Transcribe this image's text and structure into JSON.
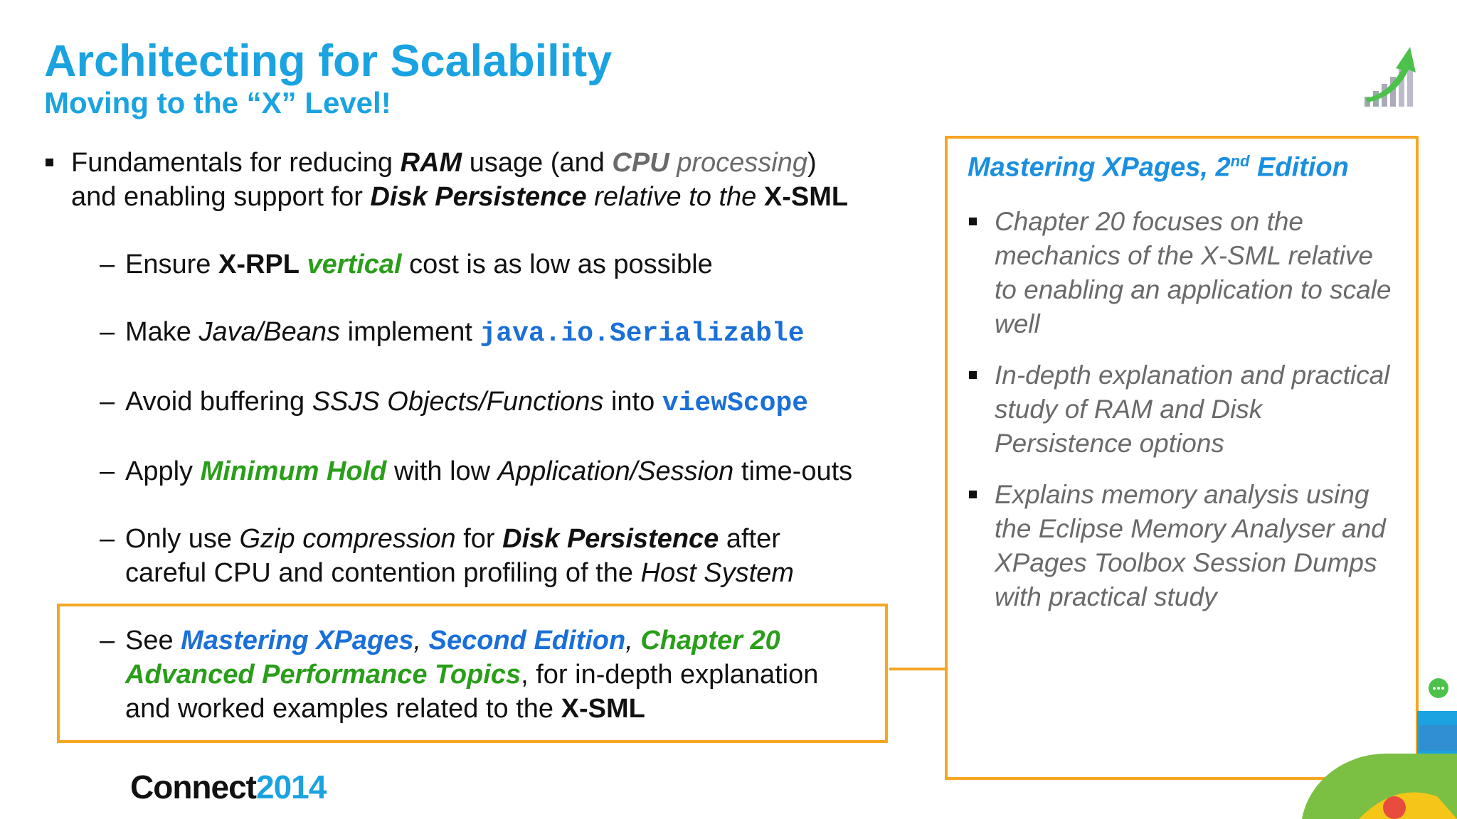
{
  "slide": {
    "title": "Architecting for Scalability",
    "subtitle": "Moving to the “X” Level!"
  },
  "main": {
    "bullet": {
      "t1": "Fundamentals for reducing ",
      "t2": "RAM",
      "t3": " usage (and ",
      "t4": "CPU",
      "t5": " processing",
      "t6": ")",
      "t7": "and enabling support for ",
      "t8": "Disk Persistence",
      "t9": " relative to the ",
      "t10": "X-SML"
    },
    "sub1": {
      "a": "Ensure ",
      "b": "X-RPL",
      "c": " vertical",
      "d": " cost is as low as possible"
    },
    "sub2": {
      "a": "Make ",
      "b": "Java/Beans",
      "c": " implement ",
      "d": "java.io.Serializable"
    },
    "sub3": {
      "a": "Avoid buffering ",
      "b": "SSJS Objects/Functions",
      "c": " into ",
      "d": "viewScope"
    },
    "sub4": {
      "a": "Apply ",
      "b": "Minimum Hold",
      "c": " with low ",
      "d": "Application/Session",
      "e": " time-outs"
    },
    "sub5": {
      "a": "Only use ",
      "b": "Gzip compression",
      "c": " for ",
      "d": "Disk Persistence",
      "e": " after",
      "f": "careful CPU and contention profiling of the ",
      "g": "Host System"
    },
    "sub6": {
      "a": "See ",
      "b": "Mastering XPages",
      "c": ", ",
      "d": "Second Edition",
      "e": ", ",
      "f": "Chapter 20",
      "g": "Advanced Performance Topics",
      "h": ", for in-depth explanation",
      "i": "and worked examples related to the ",
      "j": "X-SML"
    },
    "dash": "–"
  },
  "sidebar": {
    "book_title": "Mastering XPages, 2",
    "book_sup": "nd",
    "book_title_end": " Edition",
    "items": [
      "Chapter 20 focuses on the mechanics of the X-SML relative to enabling an application to scale well",
      "In-depth explanation and practical study of RAM and Disk Persistence options",
      "Explains memory analysis using the Eclipse Memory Analyser and XPages Toolbox Session Dumps with practical study"
    ]
  },
  "footer": {
    "logo_word": "Connect",
    "logo_year": "2014"
  },
  "colors": {
    "title": "#1aa3e0",
    "accent_orange": "#f5a623",
    "green": "#2a9e1a",
    "blue": "#1a6fd8"
  }
}
